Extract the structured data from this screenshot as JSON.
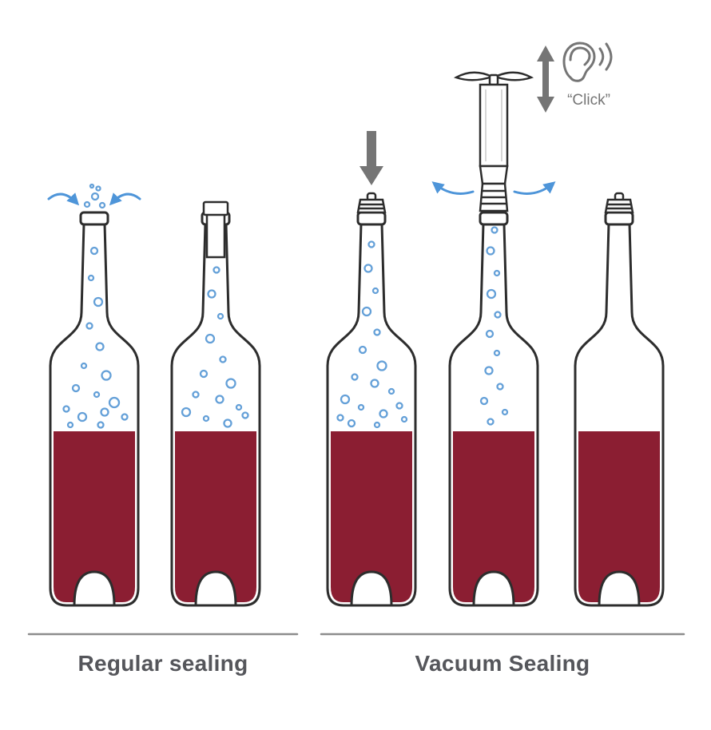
{
  "sections": {
    "regular": {
      "label": "Regular sealing"
    },
    "vacuum": {
      "label": "Vacuum Sealing"
    }
  },
  "annotations": {
    "click": "“Click”"
  },
  "icons": {
    "press_arrow": "down-arrow",
    "pump_motion_arrow": "up-down-double-arrow",
    "sound": "ear-with-sound-waves",
    "airflow_in": "curved-arrows-inward",
    "airflow_out": "curved-arrows-outward"
  },
  "colors": {
    "wine": "#8b1e32",
    "outline": "#2d2d2d",
    "bubble": "#64a0d8",
    "arrow_blue": "#4e95d9",
    "arrow_gray": "#757575",
    "label_text": "#55565b",
    "divider": "#8c8c8c",
    "background": "#ffffff"
  }
}
